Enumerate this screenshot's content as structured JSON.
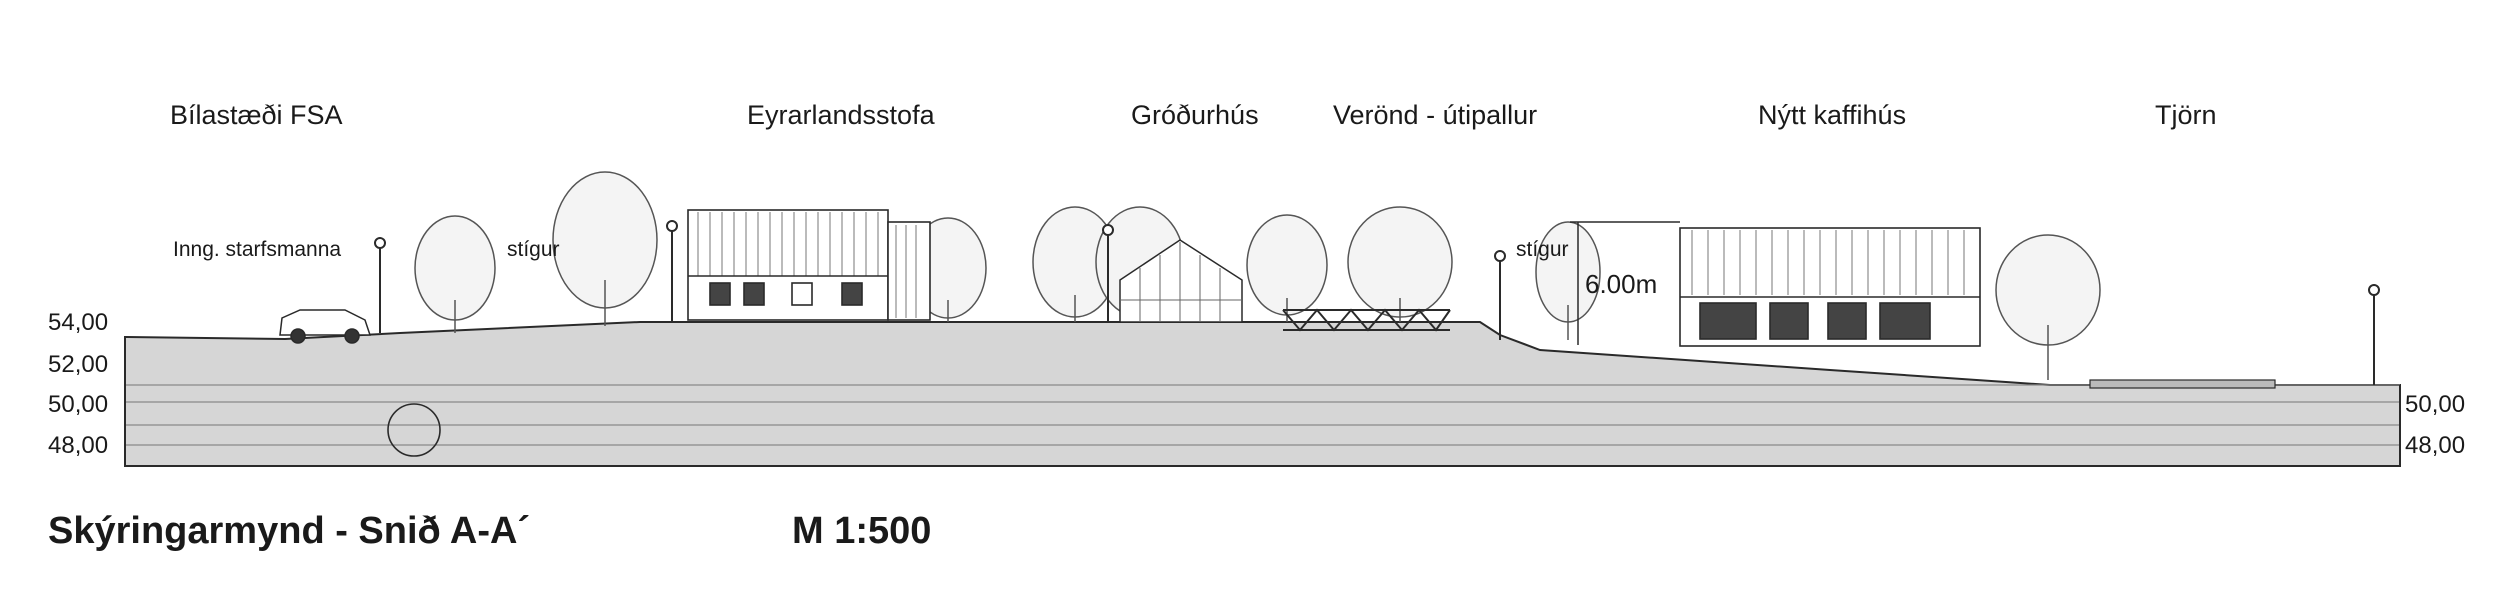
{
  "zone_labels": [
    "Bílastæði FSA",
    "Eyrarlandsstofa",
    "Gróðurhús",
    "Verönd - útipallur",
    "Nýtt kaffihús",
    "Tjörn"
  ],
  "annotations": {
    "staff_entrance": "Inng. starfsmanna",
    "path_left": "stígur",
    "path_right": "stígur",
    "height_dim": "6.00m"
  },
  "elevations_left": [
    "54,00",
    "52,00",
    "50,00",
    "48,00"
  ],
  "elevations_right": [
    "50,00",
    "48,00"
  ],
  "title": "Skýringarmynd - Snið A-A´",
  "scale": "M 1:500",
  "colors": {
    "ground": "#d6d6d6",
    "line": "#2a2a2a"
  }
}
